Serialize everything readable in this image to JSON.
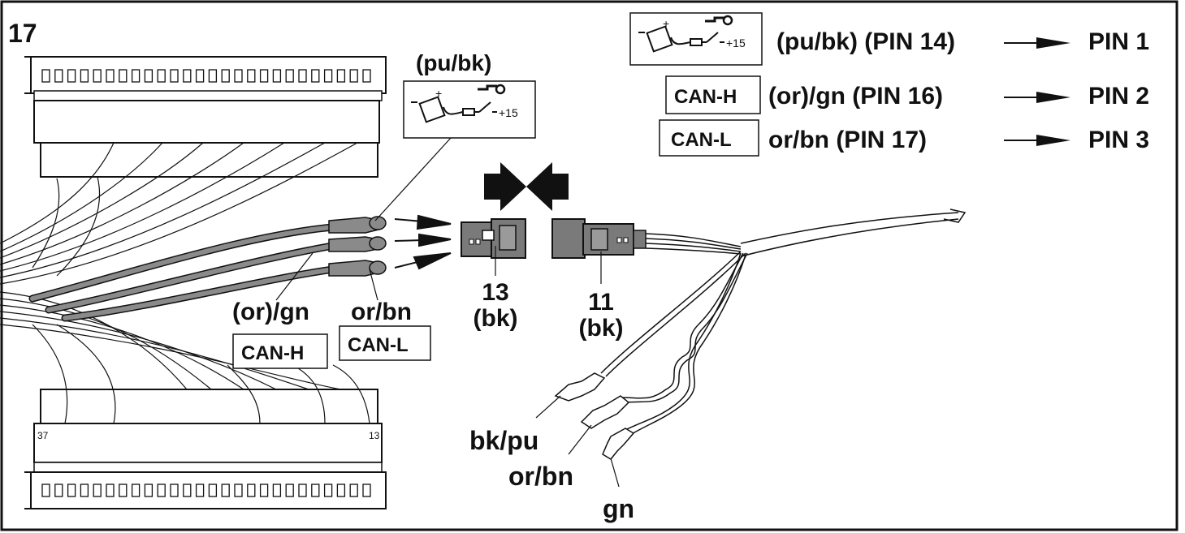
{
  "figure_number": "17",
  "legend": {
    "rows": [
      {
        "box": "",
        "icon": "ignition-battery-icon",
        "plus15": "+15",
        "wire": "(pu/bk) (PIN 14)",
        "pin": "PIN 1"
      },
      {
        "box": "CAN-H",
        "wire": "(or)/gn (PIN 16)",
        "pin": "PIN 2"
      },
      {
        "box": "CAN-L",
        "wire": "or/bn (PIN 17)",
        "pin": "PIN 3"
      }
    ]
  },
  "callouts": {
    "pu_bk": "(pu/bk)",
    "plus15": "+15",
    "or_gn": "(or)/gn",
    "or_bn": "or/bn",
    "can_h": "CAN-H",
    "can_l": "CAN-L",
    "conn13_num": "13",
    "conn13_color": "(bk)",
    "conn11_num": "11",
    "conn11_color": "(bk)",
    "bk_pu": "bk/pu",
    "or_bn_lead": "or/bn",
    "gn": "gn"
  },
  "ecu": {
    "pin_left": "37",
    "pin_right": "13"
  },
  "colors": {
    "line": "#111111",
    "wire_fill": "#8a8a8a",
    "connector_fill": "#7a7a7a",
    "background": "#ffffff"
  }
}
